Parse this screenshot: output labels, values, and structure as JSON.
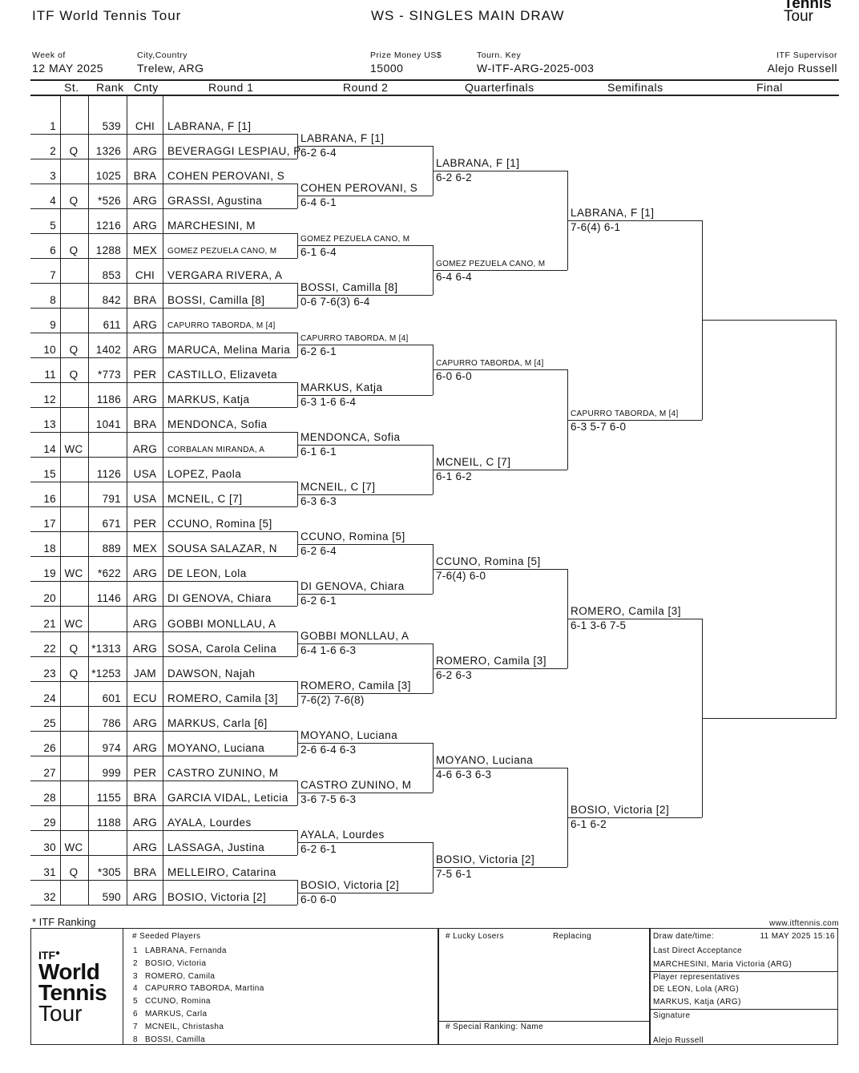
{
  "header": {
    "org": "ITF World Tennis Tour",
    "title": "WS - SINGLES MAIN DRAW",
    "logo_line1": "Tennis",
    "logo_line2": "Tour",
    "week_label": "Week of",
    "week_value": "12 MAY 2025",
    "city_label": "City,Country",
    "city_value": "Trelew, ARG",
    "prize_label": "Prize Money US$",
    "prize_value": "15000",
    "key_label": "Tourn. Key",
    "key_value": "W-ITF-ARG-2025-003",
    "supervisor_label": "ITF Supervisor",
    "supervisor_value": "Alejo Russell"
  },
  "columns": {
    "st": "St.",
    "rank": "Rank",
    "cnty": "Cnty",
    "r1": "Round 1",
    "r2": "Round 2",
    "qf": "Quarterfinals",
    "sf": "Semifinals",
    "final": "Final"
  },
  "players": [
    {
      "n": "1",
      "st": "",
      "rank": "539",
      "cnty": "CHI",
      "name": "LABRANA, F [1]",
      "small": false
    },
    {
      "n": "2",
      "st": "Q",
      "rank": "1326",
      "cnty": "ARG",
      "name": "BEVERAGGI LESPIAU, P",
      "small": false
    },
    {
      "n": "3",
      "st": "",
      "rank": "1025",
      "cnty": "BRA",
      "name": "COHEN PEROVANI, S",
      "small": false
    },
    {
      "n": "4",
      "st": "Q",
      "rank": "*526",
      "cnty": "ARG",
      "name": "GRASSI, Agustina",
      "small": false
    },
    {
      "n": "5",
      "st": "",
      "rank": "1216",
      "cnty": "ARG",
      "name": "MARCHESINI, M",
      "small": false
    },
    {
      "n": "6",
      "st": "Q",
      "rank": "1288",
      "cnty": "MEX",
      "name": "GOMEZ PEZUELA CANO, M",
      "small": true
    },
    {
      "n": "7",
      "st": "",
      "rank": "853",
      "cnty": "CHI",
      "name": "VERGARA RIVERA, A",
      "small": false
    },
    {
      "n": "8",
      "st": "",
      "rank": "842",
      "cnty": "BRA",
      "name": "BOSSI, Camilla [8]",
      "small": false
    },
    {
      "n": "9",
      "st": "",
      "rank": "611",
      "cnty": "ARG",
      "name": "CAPURRO TABORDA, M [4]",
      "small": true
    },
    {
      "n": "10",
      "st": "Q",
      "rank": "1402",
      "cnty": "ARG",
      "name": "MARUCA, Melina Maria",
      "small": false
    },
    {
      "n": "11",
      "st": "Q",
      "rank": "*773",
      "cnty": "PER",
      "name": "CASTILLO, Elizaveta",
      "small": false
    },
    {
      "n": "12",
      "st": "",
      "rank": "1186",
      "cnty": "ARG",
      "name": "MARKUS, Katja",
      "small": false
    },
    {
      "n": "13",
      "st": "",
      "rank": "1041",
      "cnty": "BRA",
      "name": "MENDONCA, Sofia",
      "small": false
    },
    {
      "n": "14",
      "st": "WC",
      "rank": "",
      "cnty": "ARG",
      "name": "CORBALAN MIRANDA, A",
      "small": true
    },
    {
      "n": "15",
      "st": "",
      "rank": "1126",
      "cnty": "USA",
      "name": "LOPEZ, Paola",
      "small": false
    },
    {
      "n": "16",
      "st": "",
      "rank": "791",
      "cnty": "USA",
      "name": "MCNEIL, C [7]",
      "small": false
    },
    {
      "n": "17",
      "st": "",
      "rank": "671",
      "cnty": "PER",
      "name": "CCUNO, Romina [5]",
      "small": false
    },
    {
      "n": "18",
      "st": "",
      "rank": "889",
      "cnty": "MEX",
      "name": "SOUSA SALAZAR, N",
      "small": false
    },
    {
      "n": "19",
      "st": "WC",
      "rank": "*622",
      "cnty": "ARG",
      "name": "DE LEON, Lola",
      "small": false
    },
    {
      "n": "20",
      "st": "",
      "rank": "1146",
      "cnty": "ARG",
      "name": "DI GENOVA, Chiara",
      "small": false
    },
    {
      "n": "21",
      "st": "WC",
      "rank": "",
      "cnty": "ARG",
      "name": "GOBBI MONLLAU, A",
      "small": false
    },
    {
      "n": "22",
      "st": "Q",
      "rank": "*1313",
      "cnty": "ARG",
      "name": "SOSA, Carola Celina",
      "small": false
    },
    {
      "n": "23",
      "st": "Q",
      "rank": "*1253",
      "cnty": "JAM",
      "name": "DAWSON, Najah",
      "small": false
    },
    {
      "n": "24",
      "st": "",
      "rank": "601",
      "cnty": "ECU",
      "name": "ROMERO, Camila [3]",
      "small": false
    },
    {
      "n": "25",
      "st": "",
      "rank": "786",
      "cnty": "ARG",
      "name": "MARKUS, Carla [6]",
      "small": false
    },
    {
      "n": "26",
      "st": "",
      "rank": "974",
      "cnty": "ARG",
      "name": "MOYANO, Luciana",
      "small": false
    },
    {
      "n": "27",
      "st": "",
      "rank": "999",
      "cnty": "PER",
      "name": "CASTRO ZUNINO, M",
      "small": false
    },
    {
      "n": "28",
      "st": "",
      "rank": "1155",
      "cnty": "BRA",
      "name": "GARCIA VIDAL, Leticia",
      "small": false
    },
    {
      "n": "29",
      "st": "",
      "rank": "1188",
      "cnty": "ARG",
      "name": "AYALA, Lourdes",
      "small": false
    },
    {
      "n": "30",
      "st": "WC",
      "rank": "",
      "cnty": "ARG",
      "name": "LASSAGA, Justina",
      "small": false
    },
    {
      "n": "31",
      "st": "Q",
      "rank": "*305",
      "cnty": "BRA",
      "name": "MELLEIRO, Catarina",
      "small": false
    },
    {
      "n": "32",
      "st": "",
      "rank": "590",
      "cnty": "ARG",
      "name": "BOSIO, Victoria [2]",
      "small": false
    }
  ],
  "round2": [
    {
      "name": "LABRANA, F [1]",
      "score": "6-2 6-4",
      "small": false
    },
    {
      "name": "COHEN PEROVANI, S",
      "score": "6-4 6-1",
      "small": false
    },
    {
      "name": "GOMEZ PEZUELA CANO, M",
      "score": "6-1 6-4",
      "small": true
    },
    {
      "name": "BOSSI, Camilla [8]",
      "score": "0-6 7-6(3) 6-4",
      "small": false
    },
    {
      "name": "CAPURRO TABORDA, M [4]",
      "score": "6-2 6-1",
      "small": true
    },
    {
      "name": "MARKUS, Katja",
      "score": "6-3 1-6 6-4",
      "small": false
    },
    {
      "name": "MENDONCA, Sofia",
      "score": "6-1 6-1",
      "small": false
    },
    {
      "name": "MCNEIL, C [7]",
      "score": "6-3 6-3",
      "small": false
    },
    {
      "name": "CCUNO, Romina [5]",
      "score": "6-2 6-4",
      "small": false
    },
    {
      "name": "DI GENOVA, Chiara",
      "score": "6-2 6-1",
      "small": false
    },
    {
      "name": "GOBBI MONLLAU, A",
      "score": "6-4 1-6 6-3",
      "small": false
    },
    {
      "name": "ROMERO, Camila [3]",
      "score": "7-6(2) 7-6(8)",
      "small": false
    },
    {
      "name": "MOYANO, Luciana",
      "score": "2-6 6-4 6-3",
      "small": false
    },
    {
      "name": "CASTRO ZUNINO, M",
      "score": "3-6 7-5 6-3",
      "small": false
    },
    {
      "name": "AYALA, Lourdes",
      "score": "6-2 6-1",
      "small": false
    },
    {
      "name": "BOSIO, Victoria [2]",
      "score": "6-0 6-0",
      "small": false
    }
  ],
  "quarterfinals": [
    {
      "name": "LABRANA, F [1]",
      "score": "6-2 6-2",
      "small": false
    },
    {
      "name": "GOMEZ PEZUELA CANO, M",
      "score": "6-4 6-4",
      "small": true
    },
    {
      "name": "CAPURRO TABORDA, M [4]",
      "score": "6-0 6-0",
      "small": true
    },
    {
      "name": "MCNEIL, C [7]",
      "score": "6-1 6-2",
      "small": false
    },
    {
      "name": "CCUNO, Romina [5]",
      "score": "7-6(4) 6-0",
      "small": false
    },
    {
      "name": "ROMERO, Camila [3]",
      "score": "6-2 6-3",
      "small": false
    },
    {
      "name": "MOYANO, Luciana",
      "score": "4-6 6-3 6-3",
      "small": false
    },
    {
      "name": "BOSIO, Victoria [2]",
      "score": "7-5 6-1",
      "small": false
    }
  ],
  "semifinals": [
    {
      "name": "LABRANA, F [1]",
      "score": "7-6(4) 6-1",
      "small": false
    },
    {
      "name": "CAPURRO TABORDA, M [4]",
      "score": "6-3 5-7 6-0",
      "small": true
    },
    {
      "name": "ROMERO, Camila [3]",
      "score": "6-1 3-6 7-5",
      "small": false
    },
    {
      "name": "BOSIO, Victoria [2]",
      "score": "6-1 6-2",
      "small": false
    }
  ],
  "footer": {
    "ranking_note": "* ITF Ranking",
    "website": "www.itftennis.com",
    "logo_itf": "ITF",
    "logo_world": "World",
    "logo_tennis": "Tennis",
    "logo_tour": "Tour",
    "seeded_title": "#  Seeded Players",
    "seeds": [
      {
        "n": "1",
        "name": "LABRANA, Fernanda"
      },
      {
        "n": "2",
        "name": "BOSIO, Victoria"
      },
      {
        "n": "3",
        "name": "ROMERO, Camila"
      },
      {
        "n": "4",
        "name": "CAPURRO TABORDA, Martina"
      },
      {
        "n": "5",
        "name": "CCUNO, Romina"
      },
      {
        "n": "6",
        "name": "MARKUS, Carla"
      },
      {
        "n": "7",
        "name": "MCNEIL, Christasha"
      },
      {
        "n": "8",
        "name": "BOSSI, Camilla"
      }
    ],
    "lucky_losers": "#  Lucky Losers",
    "replacing": "Replacing",
    "special_ranking": "#  Special Ranking: Name",
    "draw_label": "Draw date/time:",
    "draw_value": "11 MAY 2025 15:16",
    "lda_label": "Last Direct Acceptance",
    "lda_value": "MARCHESINI, Maria Victoria (ARG)",
    "reps_label": "Player representatives",
    "rep1": "DE LEON, Lola (ARG)",
    "rep2": "MARKUS, Katja (ARG)",
    "sig_label": "Signature",
    "sig_value": "Alejo Russell"
  }
}
